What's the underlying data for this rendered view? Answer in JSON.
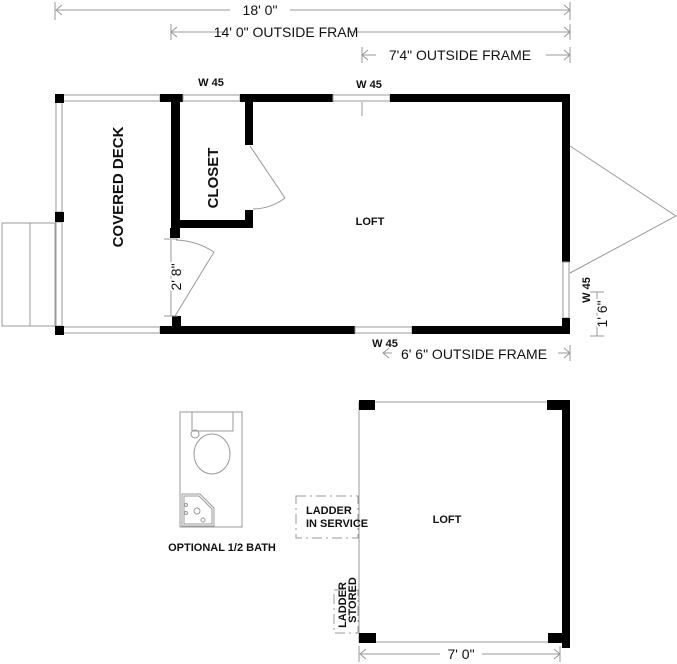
{
  "dimensions": {
    "overall": "18' 0\"",
    "outside_frame_14": "14' 0\" OUTSIDE FRAM",
    "outside_frame_7_4": "7'4\" OUTSIDE FRAME",
    "outside_frame_6_6": "6' 6\" OUTSIDE FRAME",
    "door_width": "2' 8\"",
    "window_side": "1' 6\"",
    "loft_width": "7' 0\""
  },
  "windows": [
    "W 45",
    "W 45",
    "W 45",
    "W 45"
  ],
  "rooms": {
    "deck": "COVERED DECK",
    "closet": "CLOSET",
    "main": "LOFT",
    "loft": "LOFT"
  },
  "ladder": {
    "in_service_line1": "LADDER",
    "in_service_line2": "IN SERVICE",
    "stored_line1": "LADDER",
    "stored_line2": "STORED"
  },
  "bath": {
    "label": "OPTIONAL 1/2 BATH"
  }
}
